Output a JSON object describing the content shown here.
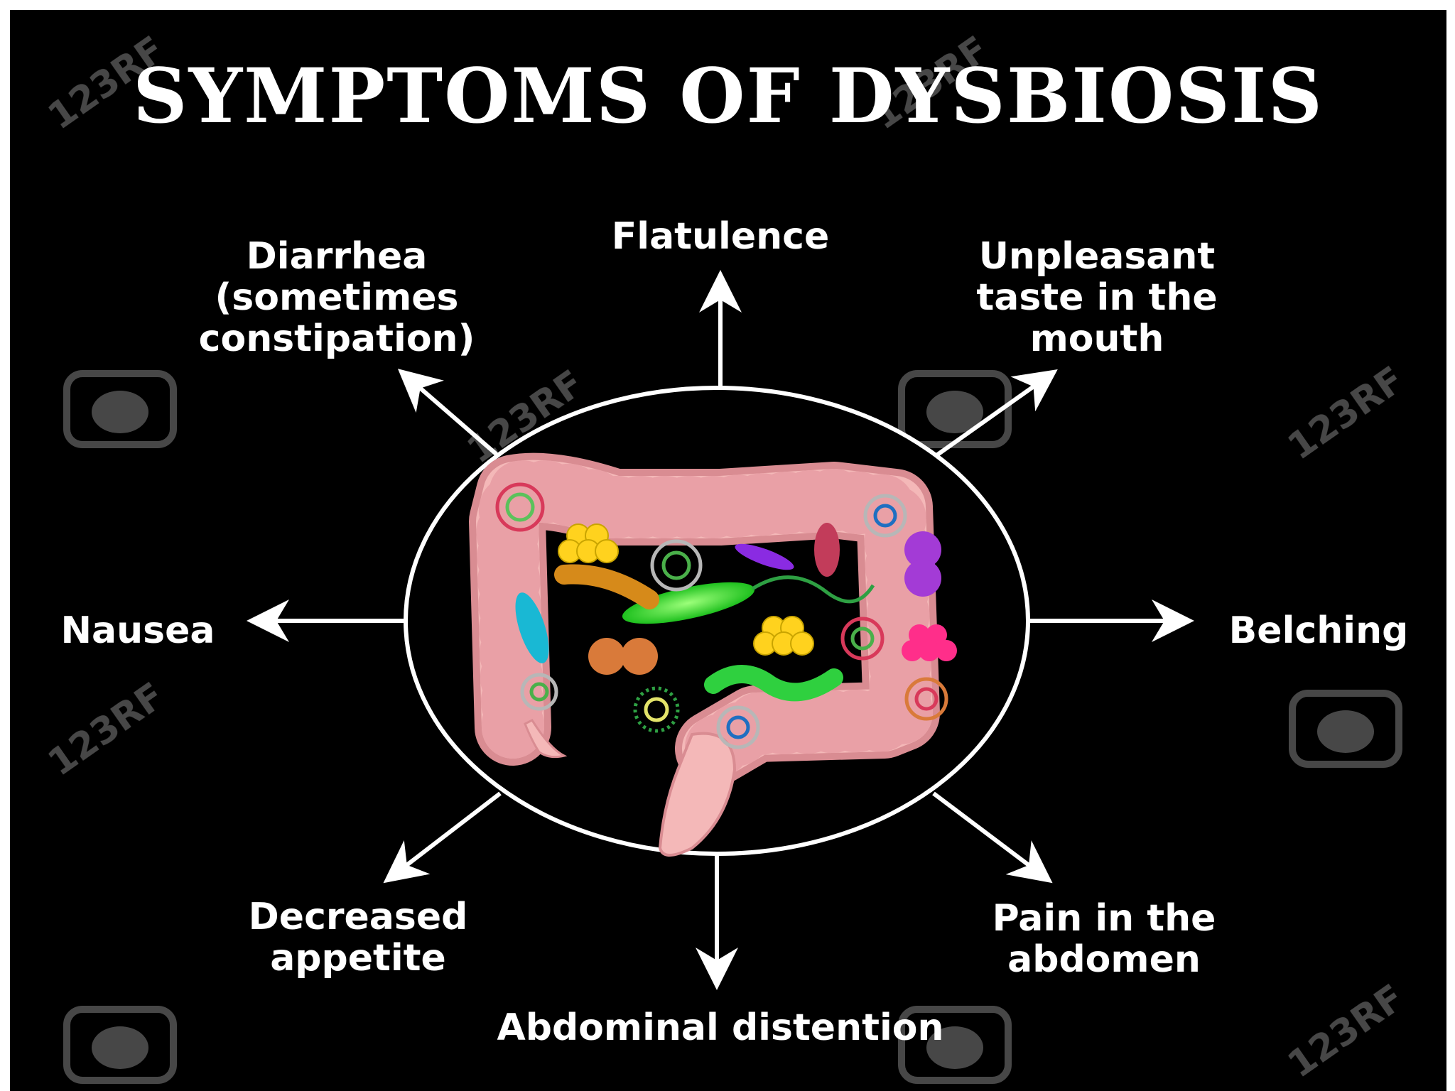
{
  "title": "SYMPTOMS OF DYSBIOSIS",
  "symptoms": [
    {
      "id": "flatulence",
      "text": "Flatulence"
    },
    {
      "id": "unpleasant-taste",
      "text": "Unpleasant\ntaste in the\nmouth"
    },
    {
      "id": "belching",
      "text": "Belching"
    },
    {
      "id": "pain-abdomen",
      "text": "Pain in the\nabdomen"
    },
    {
      "id": "abdominal-distention",
      "text": "Abdominal distention"
    },
    {
      "id": "decreased-appetite",
      "text": "Decreased\nappetite"
    },
    {
      "id": "nausea",
      "text": "Nausea"
    },
    {
      "id": "diarrhea",
      "text": "Diarrhea\n(sometimes\nconstipation)"
    }
  ],
  "watermark": "123RF",
  "colors": {
    "background": "#000000",
    "text": "#ffffff",
    "intestine": "#f4b8b8",
    "intestine_shadow": "#d98c92"
  }
}
